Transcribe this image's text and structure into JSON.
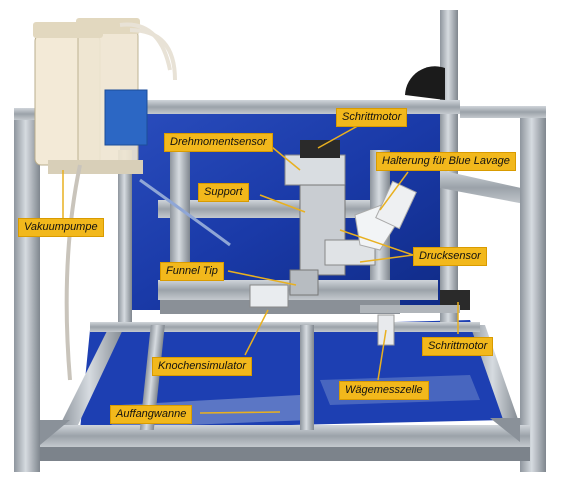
{
  "labels": {
    "schrittmotor_top": "Schrittmotor",
    "drehmomentsensor": "Drehmomentsensor",
    "halterung": "Halterung für Blue Lavage",
    "support": "Support",
    "vakuumpumpe": "Vakuumpumpe",
    "drucksensor": "Drucksensor",
    "funnel_tip": "Funnel Tip",
    "schrittmotor_bottom": "Schrittmotor",
    "knochensimulator": "Knochensimulator",
    "waegemesszelle": "Wägemesszelle",
    "auffangwanne": "Auffangwanne"
  },
  "colors": {
    "label_fill": "#f2b81c",
    "leader_line": "#e8b020",
    "panel_blue": "#1a3aa8",
    "frame_aluminum": "#b9bfc6"
  }
}
